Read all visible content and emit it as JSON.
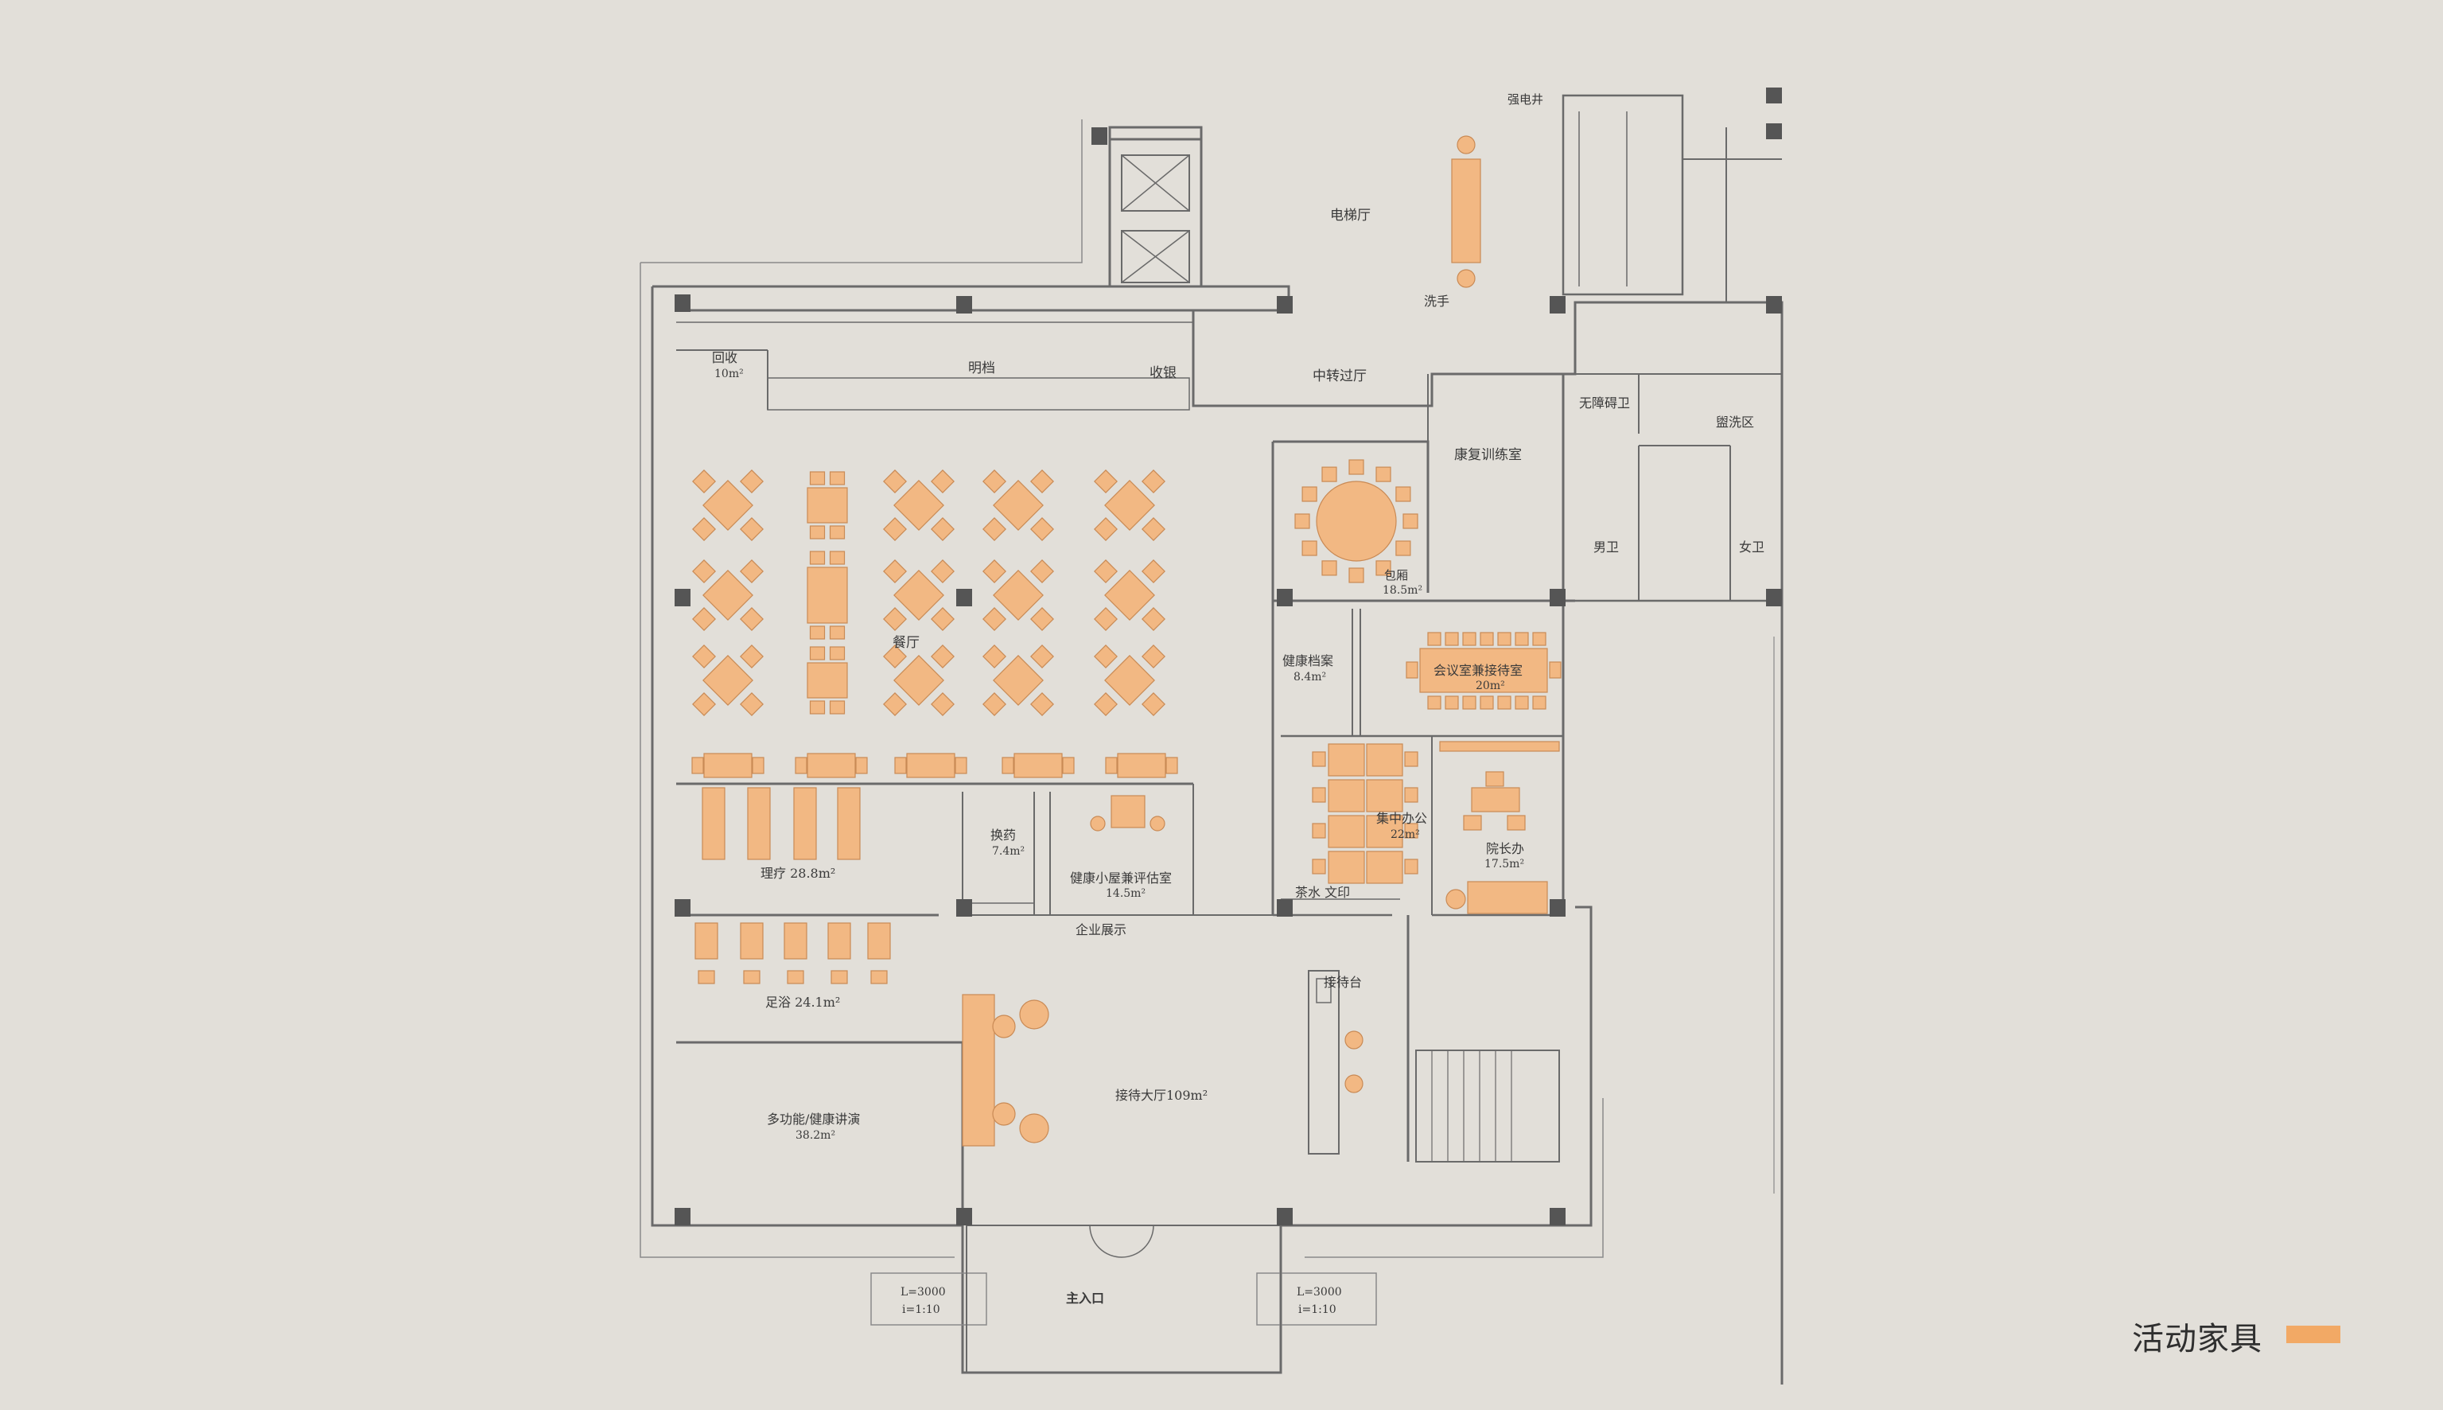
{
  "colors": {
    "background": "#e2dfd9",
    "wall": "#6a6a6a",
    "column": "#555555",
    "furniture": "#f2b883",
    "furniture_stroke": "#c98a55",
    "legend_swatch": "#f2a965"
  },
  "legend": {
    "title": "活动家具"
  },
  "rooms": {
    "elevator_hall": "电梯厅",
    "wash": "洗手",
    "power_room": "强电井",
    "transit_hall": "中转过厅",
    "recycle": "回收",
    "recycle_area": "10m²",
    "open_kitchen": "明档",
    "cashier": "收银",
    "accessible_wc": "无障碍卫",
    "washing_area": "盥洗区",
    "rehab": "康复训练室",
    "private_room": "包厢",
    "private_room_area": "18.5m²",
    "mens": "男卫",
    "womens": "女卫",
    "dining": "餐厅",
    "health_records": "健康档案",
    "health_records_area": "8.4m²",
    "meeting": "会议室兼接待室",
    "meeting_area": "20m²",
    "office": "集中办公",
    "office_area": "22m²",
    "director": "院长办",
    "director_area": "17.5m²",
    "tea": "茶水 文印",
    "therapy": "理疗 28.8m²",
    "dressing": "换药",
    "dressing_area": "7.4m²",
    "health_house": "健康小屋兼评估室",
    "health_house_area": "14.5m²",
    "enterprise": "企业展示",
    "footbath": "足浴 24.1m²",
    "reception_desk": "接待台",
    "reception_hall": "接待大厅109m²",
    "multi_func": "多功能/健康讲演",
    "multi_func_area": "38.2m²",
    "main_entrance": "主入口",
    "ramp_left_1": "L=3000",
    "ramp_left_2": "i=1:10",
    "ramp_right_1": "L=3000",
    "ramp_right_2": "i=1:10"
  }
}
